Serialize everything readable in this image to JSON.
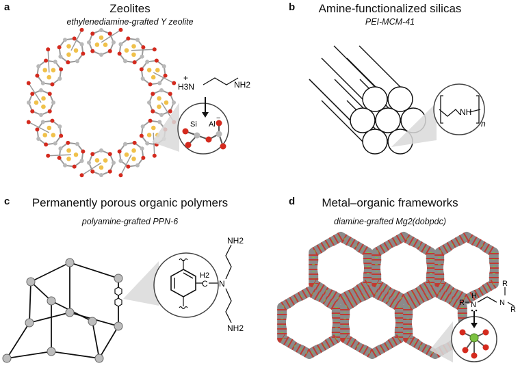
{
  "panels": [
    {
      "letter": "a",
      "title": "Zeolites",
      "subtitle": "ethylenediamine-grafted Y zeolite",
      "labels": {
        "h3n": "H3N",
        "plus": "+",
        "nh2": "NH2",
        "si": "Si",
        "al": "Al",
        "minus": "−"
      }
    },
    {
      "letter": "b",
      "title": "Amine-functionalized silicas",
      "subtitle": "PEI-MCM-41",
      "labels": {
        "nh": "NH",
        "n": "n"
      }
    },
    {
      "letter": "c",
      "title": "Permanently porous organic polymers",
      "subtitle": "polyamine-grafted PPN-6",
      "labels": {
        "nh2_top": "NH2",
        "nh2_bottom": "NH2",
        "h2c": "H2",
        "c": "C",
        "n": "N"
      }
    },
    {
      "letter": "d",
      "title": "Metal–organic frameworks",
      "subtitle": "diamine-grafted Mg2(dobpdc)",
      "labels": {
        "r1": "R",
        "r2": "R",
        "r3": "R",
        "h": "H",
        "n1": "N",
        "n2": "N"
      }
    }
  ],
  "colors": {
    "oxygen": "#d42a1e",
    "silicon": "#b8b8b8",
    "cation": "#f0c14a",
    "magnesium": "#7cc242",
    "node": "#bdbdbd",
    "ink": "#111111"
  }
}
